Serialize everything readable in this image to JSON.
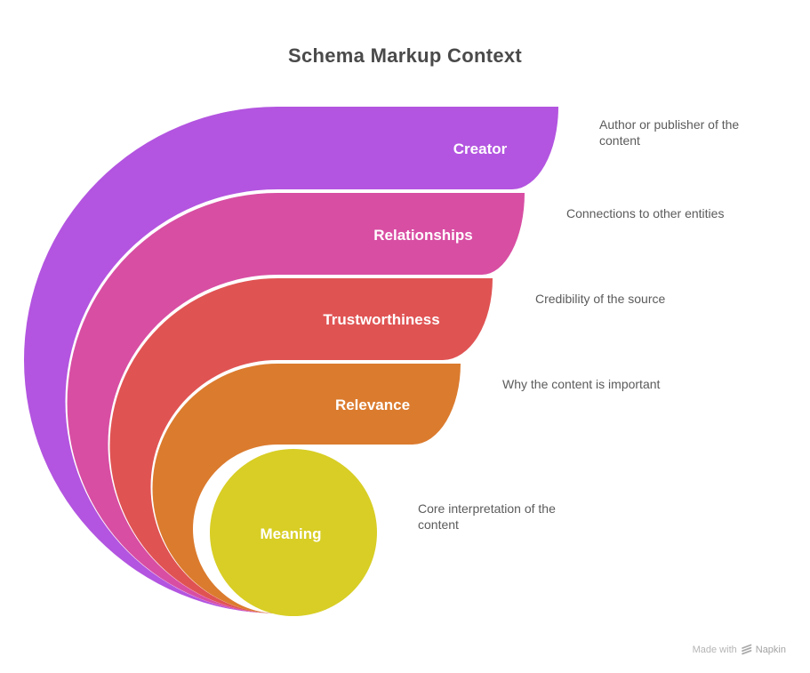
{
  "title": "Schema Markup Context",
  "items": [
    {
      "label": "Creator",
      "description": "Author or publisher of the content",
      "color": "#b355e0"
    },
    {
      "label": "Relationships",
      "description": "Connections to other entities",
      "color": "#d84ea3"
    },
    {
      "label": "Trustworthiness",
      "description": "Credibility of the source",
      "color": "#e05353"
    },
    {
      "label": "Relevance",
      "description": "Why the content is important",
      "color": "#db7b2e"
    },
    {
      "label": "Meaning",
      "description": "Core interpretation of the content",
      "color": "#d8ce25"
    }
  ],
  "watermark": {
    "prefix": "Made with",
    "brand": "Napkin"
  },
  "colors": {
    "title_text": "#4a4a4a",
    "description_text": "#5b5b5b",
    "label_text": "#ffffff",
    "background": "#ffffff",
    "watermark_text": "#b5b5b5"
  }
}
